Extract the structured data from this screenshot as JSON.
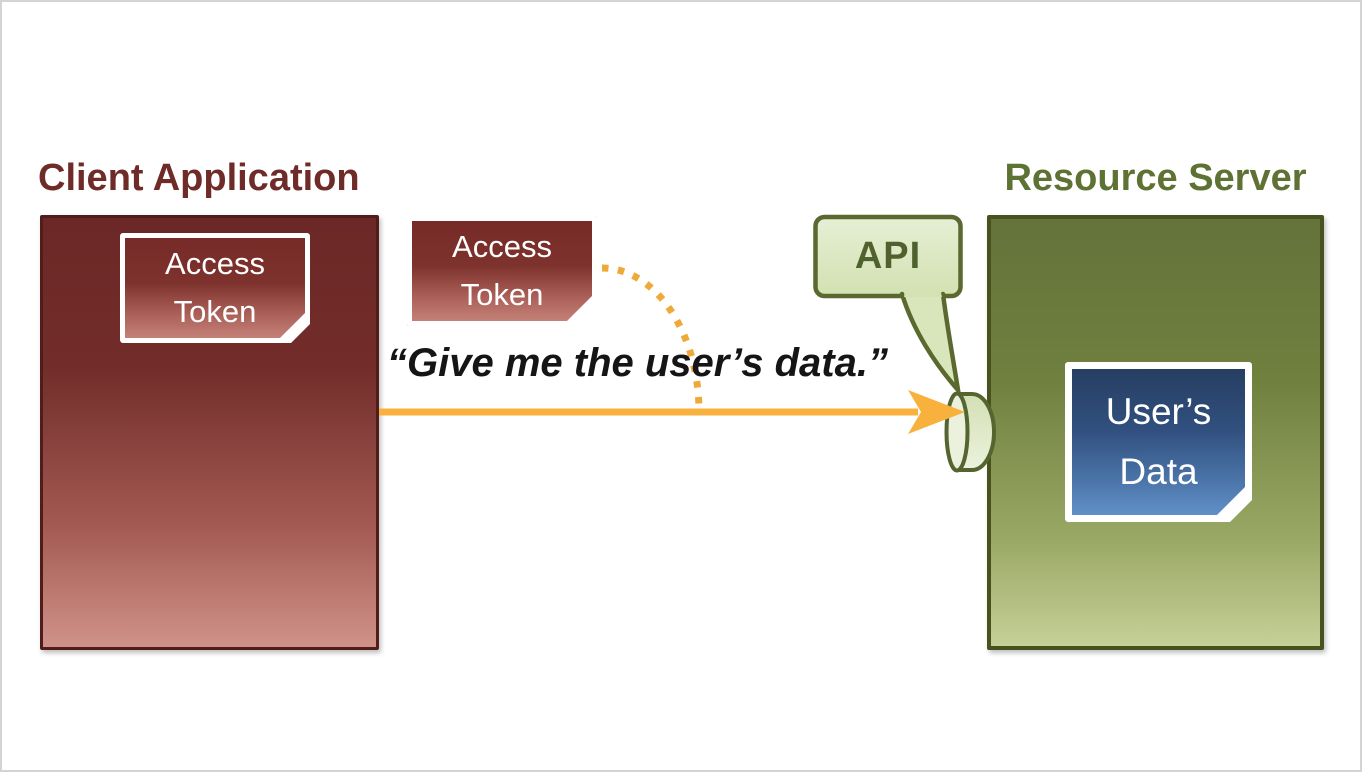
{
  "client": {
    "title": "Client Application",
    "token_note": "Access Token"
  },
  "transfer": {
    "token_note": "Access Token",
    "message": "“Give me the user’s data.”"
  },
  "api": {
    "label": "API"
  },
  "resource": {
    "title": "Resource Server",
    "data_note": "User’s Data"
  },
  "colors": {
    "client_box_maroon": "#6C2826",
    "token_note_red": "#762B28",
    "resource_box_green": "#70803F",
    "api_bubble_green": "#D9E5BB",
    "data_note_blue": "#31507F",
    "arrow_orange": "#F9B13D",
    "client_title_red": "#6F2B27",
    "resource_title_green": "#5E7233"
  }
}
